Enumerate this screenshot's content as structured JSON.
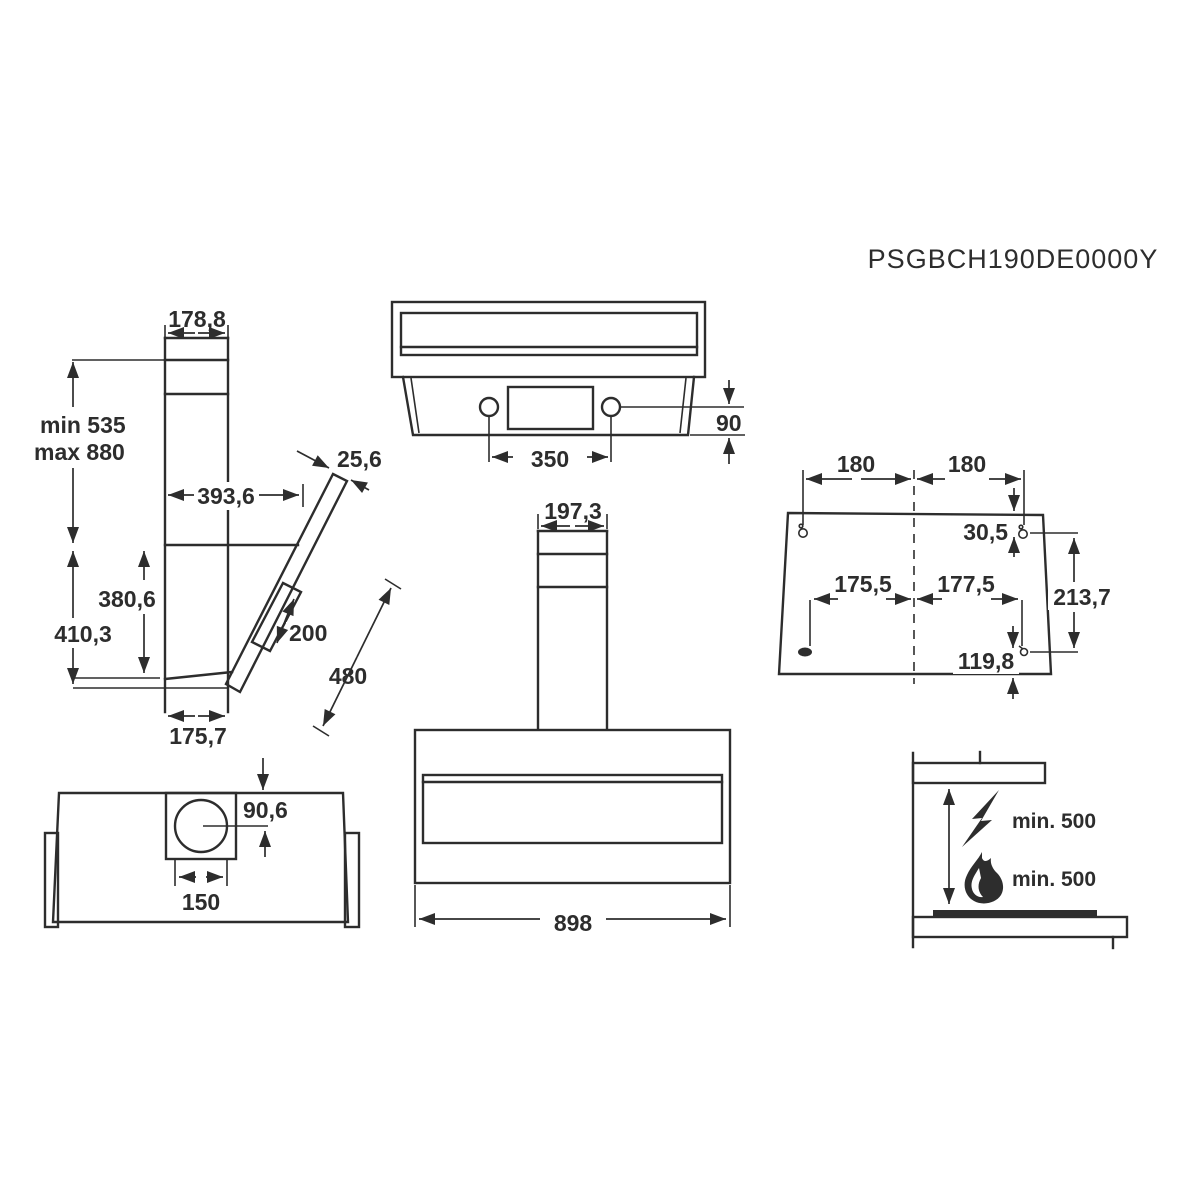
{
  "title": "PSGBCH190DE0000Y",
  "side_view": {
    "chimney_width": "178,8",
    "chimney_height_min": "min 535",
    "chimney_height_max": "max 880",
    "top_depth": "393,6",
    "glass_thickness": "25,6",
    "body_height": "380,6",
    "total_height": "410,3",
    "handle_length": "200",
    "glass_length": "480",
    "bottom_depth": "175,7"
  },
  "top_view": {
    "hole_spacing": "350",
    "hole_to_edge": "90"
  },
  "front_view": {
    "chimney_width": "197,3",
    "body_width": "898"
  },
  "mounting_view": {
    "top_hole_left_offset": "180",
    "top_hole_right_offset": "180",
    "top_hole_depth": "30,5",
    "lower_hole_left_offset": "175,5",
    "lower_hole_right_offset": "177,5",
    "hole_vertical_spacing": "213,7",
    "lower_hole_to_bottom": "119,8"
  },
  "duct_view": {
    "duct_center_offset": "90,6",
    "duct_diameter": "150"
  },
  "clearance_view": {
    "electric_clearance": "min. 500",
    "gas_clearance": "min. 500"
  }
}
